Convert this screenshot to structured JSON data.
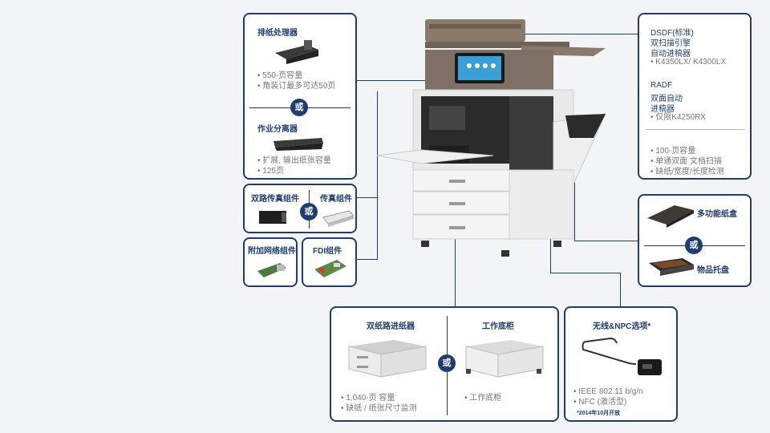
{
  "finisher_box": {
    "title1": "排纸处理器",
    "bullets1": [
      "550-页容量",
      "角装订最多可达50页"
    ],
    "or": "或",
    "title2": "作业分离器",
    "bullets2": [
      "扩展, 输出纸张容量",
      "125页"
    ]
  },
  "fax_box": {
    "title1": "双路传真组件",
    "or": "或",
    "title2": "传真组件"
  },
  "network_box": {
    "title": "附加网络组件"
  },
  "fdi_box": {
    "title": "FDI组件"
  },
  "doc_feeder_box": {
    "dsdf_title": [
      "DSDF(标准)",
      "双扫描引擎",
      "自动进稿器"
    ],
    "dsdf_bullet": "K4350LX/ K4300LX",
    "radf_title": [
      "RADF",
      "双面自动",
      "进稿器"
    ],
    "radf_bullet": "仅限K4250RX",
    "bullets": [
      "100-页容量",
      "单通双面 文档扫描",
      "缺纸/宽度/长度检测"
    ]
  },
  "tray_box": {
    "title1": "多功能纸盒",
    "or": "或",
    "title2": "物品托盘"
  },
  "feeder_box": {
    "title1": "双纸路进纸器",
    "or": "或",
    "title2": "工作底柜",
    "bullets1": [
      "1,040-页 容量",
      "缺纸 / 纸张尺寸监测"
    ],
    "bullets2": [
      "工作底柜"
    ]
  },
  "wireless_box": {
    "title": "无线&NPC选项*",
    "bullets": [
      "IEEE 802.11 b/g/n",
      "NFC (激活型)"
    ],
    "note": "*2014年10月开放"
  },
  "colors": {
    "accent": "#1f3d73",
    "background": "#f3f4f6",
    "printer_bronze": "#8a7a6a"
  }
}
